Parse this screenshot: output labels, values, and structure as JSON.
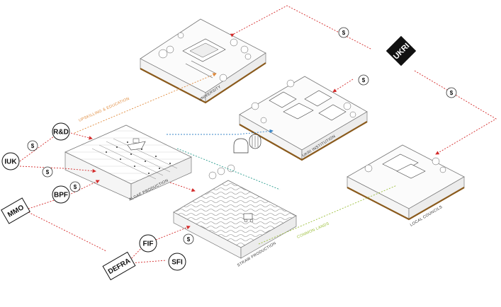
{
  "labels": {
    "university": "UNIVERSITY",
    "institution": "UKRI INSTITUTION",
    "algae": "ALGAE PRODUCTION",
    "straw": "STRAW PRODUCTION",
    "councils": "LOCAL COUNCILS",
    "upskilling": "UPSKILLING & EDUCATION",
    "common_lands": "COMMON LANDS"
  },
  "nodes": {
    "iuk": "IUK",
    "rd": "R&D",
    "bpf": "BPF",
    "mmo": "MMO",
    "defra": "DEFRA",
    "fif": "FIF",
    "sfi": "SFI"
  },
  "logo_text": "UKRI",
  "currency_symbol": "$",
  "colors": {
    "funding_flow": "#d42a2a",
    "knowledge_flow": "#e08a3c",
    "product_flow_teal": "#2a9d8f",
    "product_flow_blue": "#3a86c8",
    "common_flow": "#9bbf3a",
    "soil": "#8a5a1c"
  }
}
